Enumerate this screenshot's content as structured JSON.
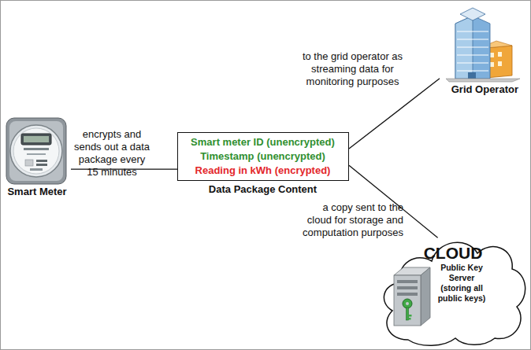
{
  "diagram": {
    "nodes": [
      {
        "text": [
          "Smart Meter"
        ]
      },
      {
        "text": [
          "Smart meter ID (unencrypted)",
          "Timestamp (unencrypted)",
          "Reading in kWh (encrypted)",
          "Data Package Content"
        ]
      },
      {
        "text": [
          "Grid Operator"
        ]
      },
      {
        "text": [
          "CLOUD"
        ]
      },
      {
        "text": [
          "Public Key Server (storing all public keys)"
        ],
        "in": 3
      }
    ],
    "edges": [
      {
        "from": 0,
        "to": 1,
        "arrow": "none",
        "label": "encrypts and sends out a data package every 15 minutes"
      },
      {
        "from": 1,
        "to": 2,
        "arrow": "none",
        "label": "to the grid operator as streaming data for monitoring purposes"
      },
      {
        "from": 1,
        "to": 3,
        "arrow": "none",
        "label": "a copy sent to the cloud for storage and computation purposes"
      }
    ]
  }
}
